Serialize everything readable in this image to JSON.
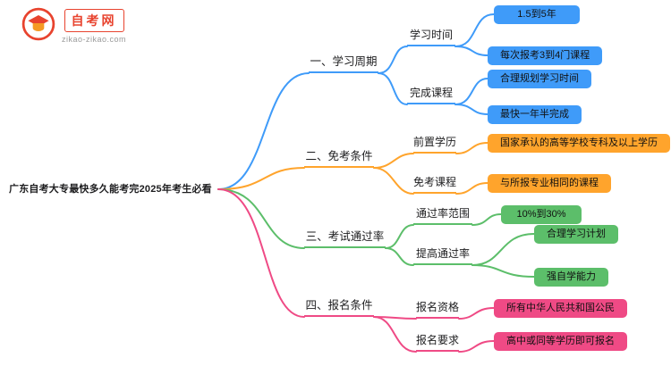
{
  "logo": {
    "site_name": "自考网",
    "site_url": "zikao-zikao.com"
  },
  "root": {
    "label": "广东自考大专最快多久能考完2025年考生必看"
  },
  "colors": {
    "branch1_blue": "#3F9BF9",
    "branch2_orange": "#FFA42C",
    "branch3_green": "#5CBE6A",
    "branch4_pink": "#EF4A85",
    "logo_red": "#e8432e",
    "logo_orange": "#f59a23"
  },
  "branches": [
    {
      "label": "一、学习周期",
      "color": "#3F9BF9",
      "children": [
        {
          "label": "学习时间",
          "leaves": [
            "1.5到5年",
            "每次报考3到4门课程"
          ]
        },
        {
          "label": "完成课程",
          "leaves": [
            "合理规划学习时间",
            "最快一年半完成"
          ]
        }
      ]
    },
    {
      "label": "二、免考条件",
      "color": "#FFA42C",
      "children": [
        {
          "label": "前置学历",
          "leaves": [
            "国家承认的高等学校专科及以上学历"
          ]
        },
        {
          "label": "免考课程",
          "leaves": [
            "与所报专业相同的课程"
          ]
        }
      ]
    },
    {
      "label": "三、考试通过率",
      "color": "#5CBE6A",
      "children": [
        {
          "label": "通过率范围",
          "leaves": [
            "10%到30%"
          ]
        },
        {
          "label": "提高通过率",
          "leaves": [
            "合理学习计划",
            "强自学能力"
          ]
        }
      ]
    },
    {
      "label": "四、报名条件",
      "color": "#EF4A85",
      "children": [
        {
          "label": "报名资格",
          "leaves": [
            "所有中华人民共和国公民"
          ]
        },
        {
          "label": "报名要求",
          "leaves": [
            "高中或同等学历即可报名"
          ]
        }
      ]
    }
  ]
}
